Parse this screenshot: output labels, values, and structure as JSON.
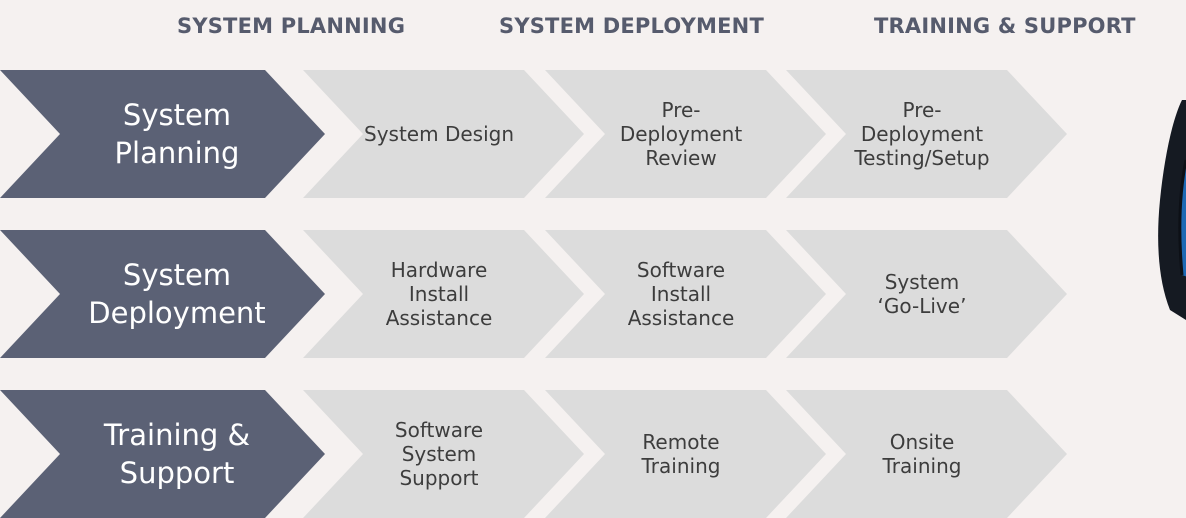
{
  "tabs": [
    "SYSTEM PLANNING",
    "SYSTEM DEPLOYMENT",
    "TRAINING & SUPPORT"
  ],
  "rows": [
    {
      "title": "System\nPlanning",
      "steps": [
        "System Design",
        "Pre-\nDeployment\nReview",
        "Pre-\nDeployment\nTesting/Setup"
      ]
    },
    {
      "title": "System\nDeployment",
      "steps": [
        "Hardware\nInstall\nAssistance",
        "Software\nInstall\nAssistance",
        "System\n‘Go-Live’"
      ]
    },
    {
      "title": "Training &\nSupport",
      "steps": [
        "Software\nSystem\nSupport",
        "Remote\nTraining",
        "Onsite\nTraining"
      ]
    }
  ],
  "colors": {
    "background": "#f5f1f0",
    "main_chevron": "#5b6175",
    "step_chevron": "#dcdcdc",
    "tab_text": "#565b6d",
    "device_body": "#151a22",
    "device_screen": "#1d69b4"
  },
  "icons": {
    "device": "handheld-device-icon"
  }
}
